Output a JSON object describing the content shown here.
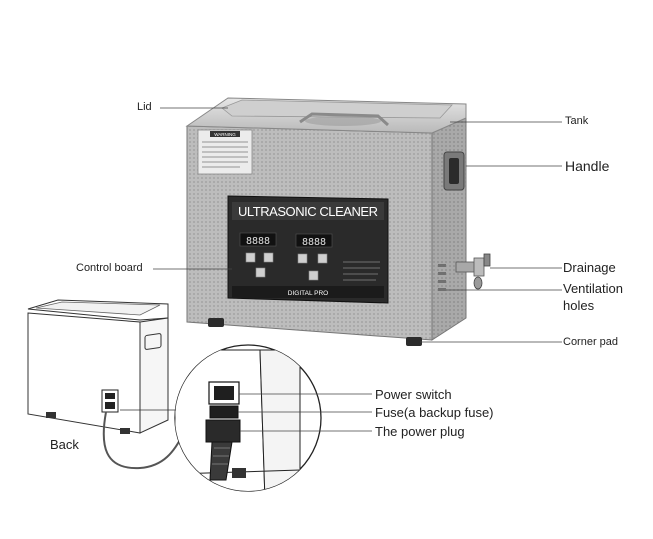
{
  "labels": {
    "lid": "Lid",
    "tank": "Tank",
    "handle": "Handle",
    "control_board": "Control board",
    "drainage": "Drainage",
    "ventilation_line1": "Ventilation",
    "ventilation_line2": "holes",
    "corner_pad": "Corner pad",
    "back": "Back",
    "power_switch": "Power switch",
    "fuse": "Fuse(a backup fuse)",
    "power_plug": "The power plug"
  },
  "device": {
    "title": "ULTRASONIC CLEANER",
    "brand": "DIGITAL PRO",
    "warning": "WARNING",
    "display_left": "8888",
    "display_right": "8888"
  },
  "colors": {
    "steel_light": "#d2d2d2",
    "steel_dark": "#9a9a9a",
    "panel": "#2a2a2a",
    "outline": "#3a3a3a"
  }
}
